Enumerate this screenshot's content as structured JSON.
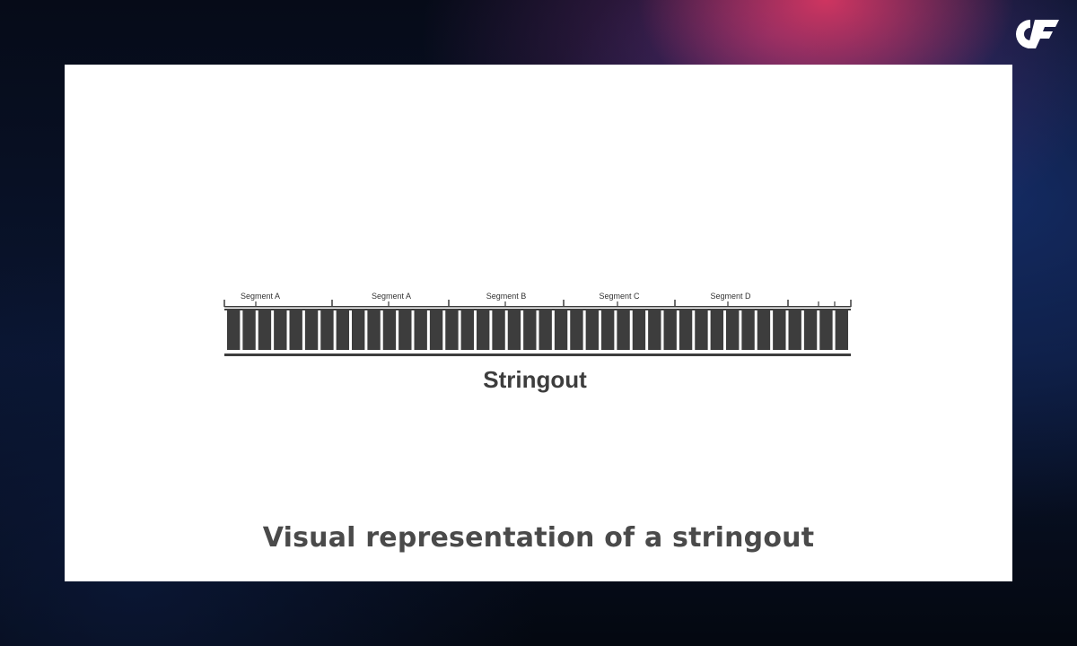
{
  "brand": {
    "logo_icon": "cf-brand-logo-icon"
  },
  "diagram": {
    "segments": [
      "Segment A",
      "Segment A",
      "Segment B",
      "Segment C",
      "Segment D"
    ],
    "label": "Stringout",
    "frame_count": 40,
    "frame_color": "#3d3d3d"
  },
  "caption": "Visual representation of a stringout"
}
